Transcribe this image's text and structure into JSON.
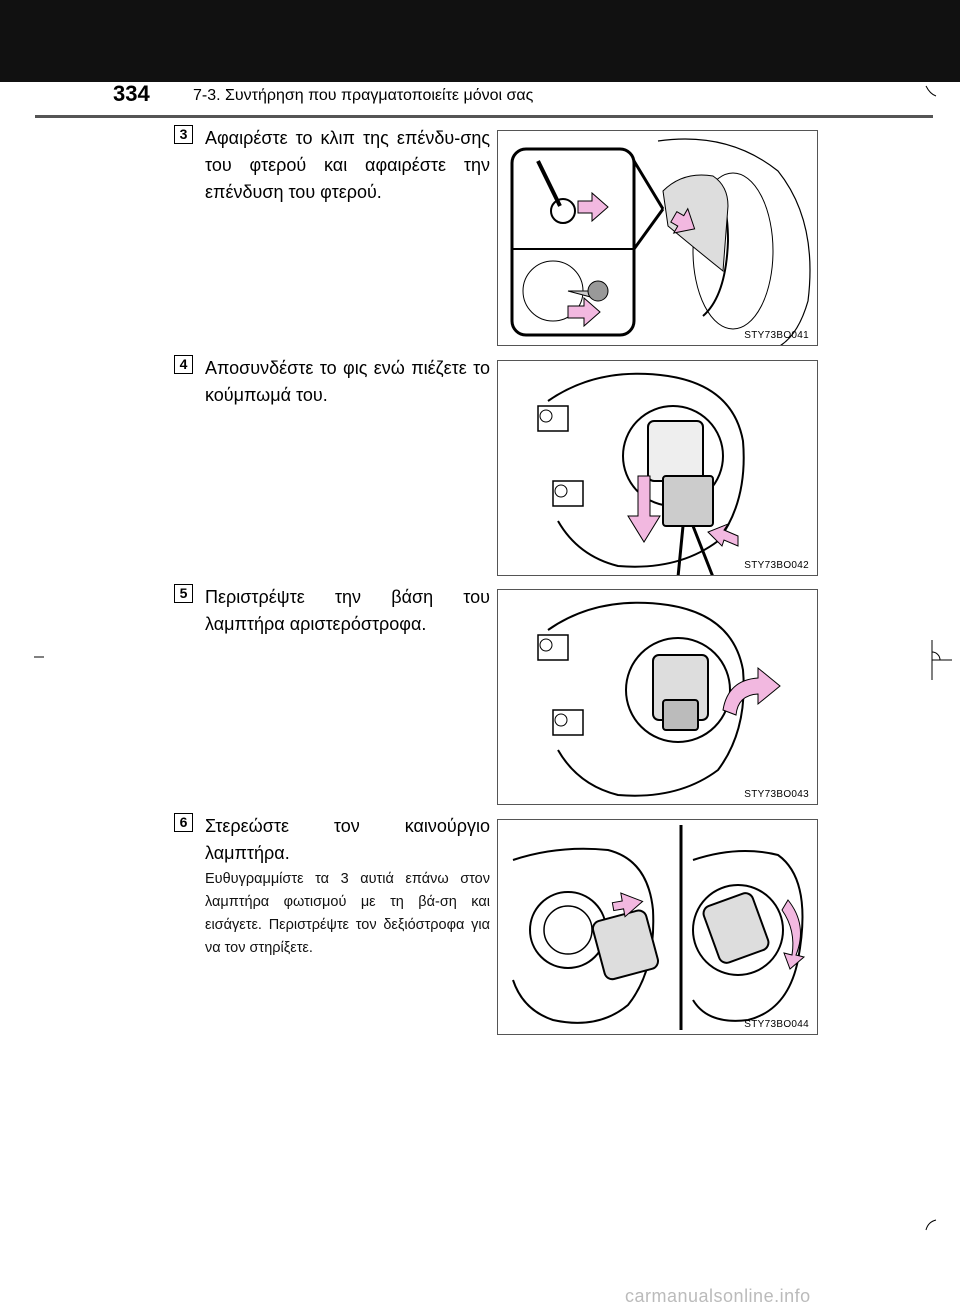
{
  "header": {
    "page_number": "334",
    "section_title": "7-3. Συντήρηση που πραγματοποιείτε μόνοι σας"
  },
  "steps": [
    {
      "number": "3",
      "text": "Αφαιρέστε το κλιπ της επένδυ-σης του φτερού και αφαιρέστε την επένδυση του φτερού.",
      "figure_code": "STY73BO041"
    },
    {
      "number": "4",
      "text": "Αποσυνδέστε το φις ενώ πιέζετε το κούμπωμά του.",
      "figure_code": "STY73BO042"
    },
    {
      "number": "5",
      "text": "Περιστρέψτε την βάση του λαμπτήρα αριστερόστροφα.",
      "figure_code": "STY73BO043"
    },
    {
      "number": "6",
      "text": "Στερεώστε τον καινούργιο λαμπτήρα.",
      "note": "Ευθυγραμμίστε τα 3 αυτιά επάνω στον λαμπτήρα φωτισμού με τη βά-ση και εισάγετε. Περιστρέψτε τον δεξιόστροφα για να τον στηρίξετε.",
      "figure_code": "STY73BO044"
    }
  ],
  "footer": {
    "watermark": "carmanualsonline.info"
  },
  "colors": {
    "arrow_fill": "#f2b8e0",
    "line": "#000000",
    "topbar": "#111111"
  }
}
